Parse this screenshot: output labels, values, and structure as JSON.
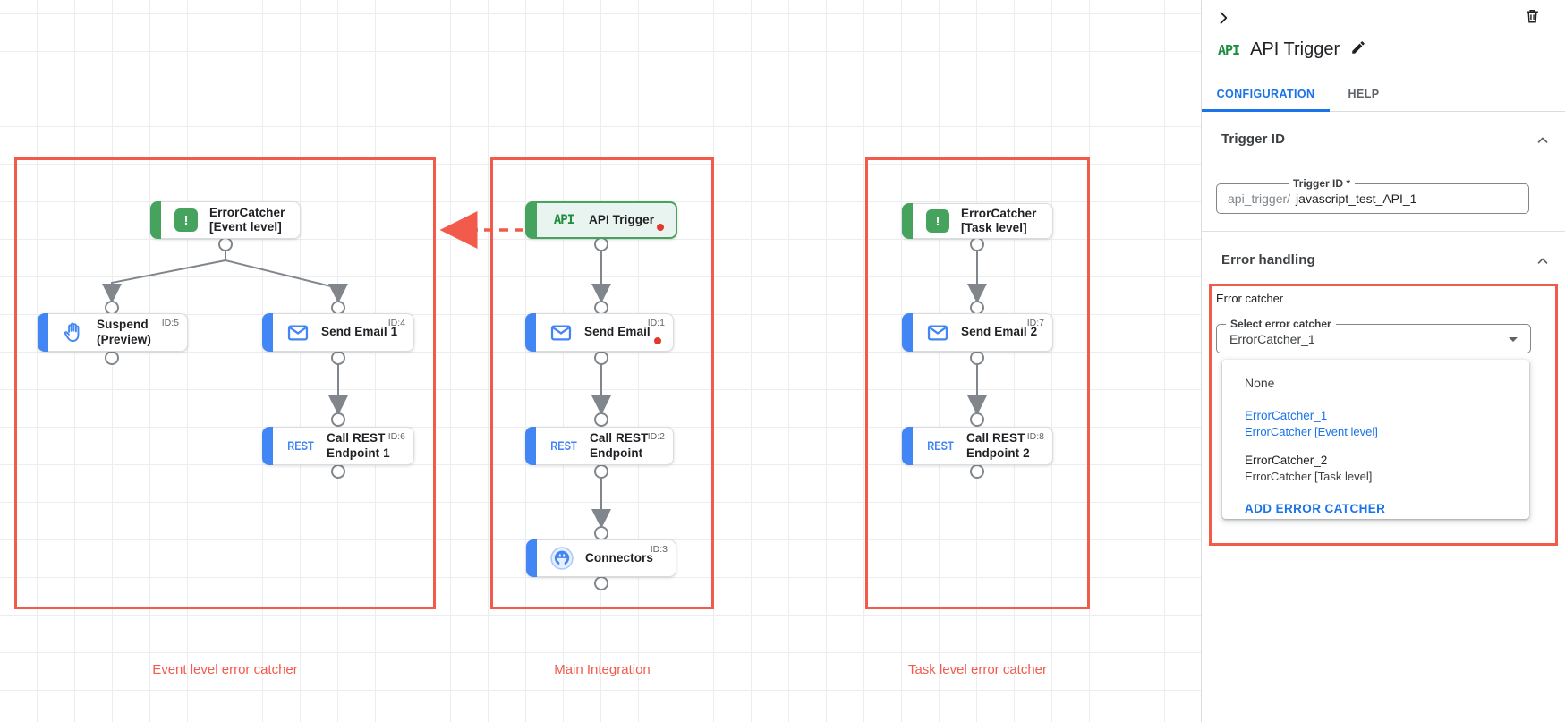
{
  "canvas": {
    "groups": {
      "event": {
        "caption": "Event level error catcher"
      },
      "main": {
        "caption": "Main Integration"
      },
      "task": {
        "caption": "Task level error catcher"
      }
    },
    "glyphs": {
      "error_catcher": "!",
      "api": "API",
      "rest": "REST"
    },
    "nodes": {
      "ec_event": {
        "title": "ErrorCatcher",
        "subtitle": "[Event level]"
      },
      "suspend": {
        "title": "Suspend",
        "subtitle": "(Preview)",
        "badge": "ID:5"
      },
      "send_email_1": {
        "title": "Send Email 1",
        "badge": "ID:4"
      },
      "call_rest_1": {
        "title": "Call REST",
        "subtitle": "Endpoint 1",
        "badge": "ID:6"
      },
      "api_trigger": {
        "title": "API Trigger"
      },
      "send_email": {
        "title": "Send Email",
        "badge": "ID:1"
      },
      "call_rest": {
        "title": "Call REST",
        "subtitle": "Endpoint",
        "badge": "ID:2"
      },
      "connectors": {
        "title": "Connectors",
        "badge": "ID:3"
      },
      "ec_task": {
        "title": "ErrorCatcher",
        "subtitle": "[Task level]"
      },
      "send_email_2": {
        "title": "Send Email 2",
        "badge": "ID:7"
      },
      "call_rest_2": {
        "title": "Call REST",
        "subtitle": "Endpoint 2",
        "badge": "ID:8"
      }
    }
  },
  "panel": {
    "title": "API Trigger",
    "logo_glyph": "API",
    "tabs": {
      "configuration": "CONFIGURATION",
      "help": "HELP"
    },
    "trigger_id": {
      "heading": "Trigger ID",
      "field_label": "Trigger ID *",
      "prefix": "api_trigger/",
      "value": "javascript_test_API_1"
    },
    "error_handling": {
      "heading": "Error handling",
      "group_label": "Error catcher",
      "select_label": "Select error catcher",
      "select_value": "ErrorCatcher_1",
      "menu": {
        "none_label": "None",
        "option1_name": "ErrorCatcher_1",
        "option1_desc": "ErrorCatcher [Event level]",
        "option2_name": "ErrorCatcher_2",
        "option2_desc": "ErrorCatcher [Task level]",
        "add_label": "ADD ERROR CATCHER"
      }
    }
  },
  "colors": {
    "red": "#f25b4c",
    "blue": "#4285f4",
    "green": "#45a35e",
    "link": "#1a73e8"
  }
}
